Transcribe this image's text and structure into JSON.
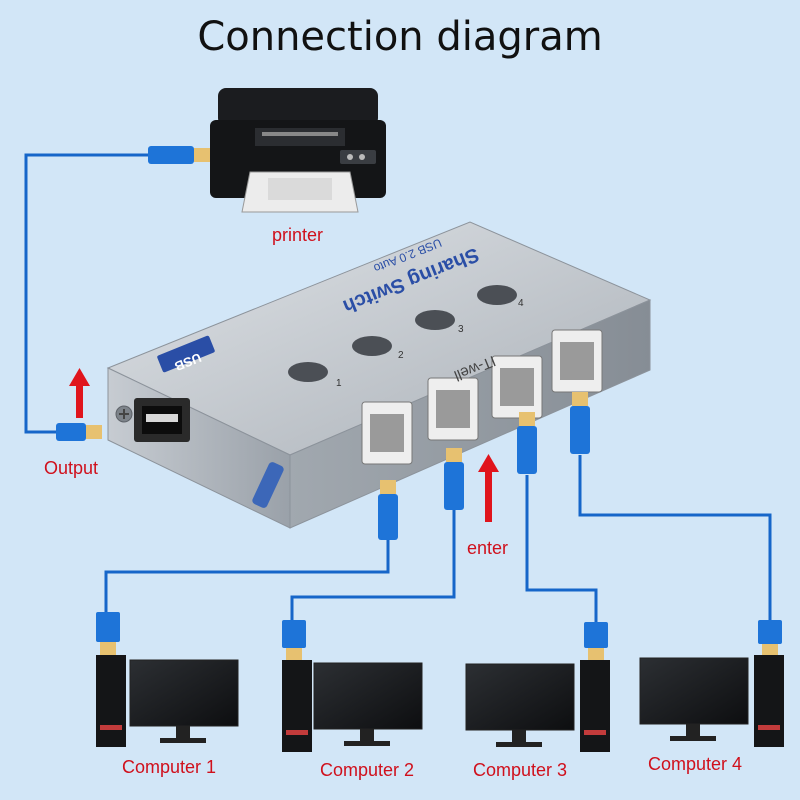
{
  "title": "Connection diagram",
  "labels": {
    "printer": "printer",
    "output": "Output",
    "enter": "enter",
    "computers": [
      "Computer 1",
      "Computer 2",
      "Computer 3",
      "Computer 4"
    ]
  },
  "device": {
    "brand_text": "IT-well",
    "model_text": "USB 2.0 Auto",
    "product_text": "Sharing Switch",
    "badge_text": "USB",
    "port_numbers": [
      "1",
      "2",
      "3",
      "4"
    ]
  },
  "colors": {
    "background": "#d2e6f7",
    "cable": "#1666c9",
    "label": "#d0101c",
    "arrow": "#e0141c",
    "device_body": "#b9bec4"
  }
}
